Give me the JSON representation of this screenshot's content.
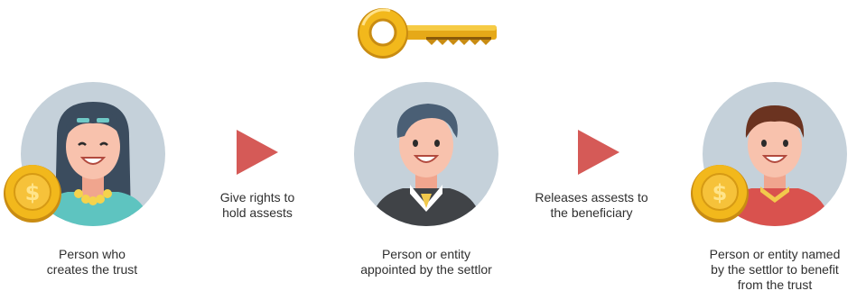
{
  "diagram": {
    "settlor": {
      "caption_lines": [
        "Person who",
        "creates the trust"
      ]
    },
    "arrow_1": {
      "caption_lines": [
        "Give rights to",
        "hold assests"
      ]
    },
    "trustee": {
      "caption_lines": [
        "Person or entity",
        "appointed by the settlor"
      ]
    },
    "arrow_2": {
      "caption_lines": [
        "Releases assests to",
        "the beneficiary"
      ]
    },
    "beneficiary": {
      "caption_lines": [
        "Person or entity named",
        "by the settlor to benefit",
        "from the trust"
      ]
    },
    "colors": {
      "circle_bg": "#c5d1da",
      "arrow": "#d55a57",
      "gold": "#f2b81c",
      "gold_dark": "#c98c12"
    },
    "icons": [
      "key-icon",
      "coin-icon",
      "woman-avatar-icon",
      "man-suit-avatar-icon",
      "man-avatar-icon",
      "play-arrow-icon"
    ]
  }
}
